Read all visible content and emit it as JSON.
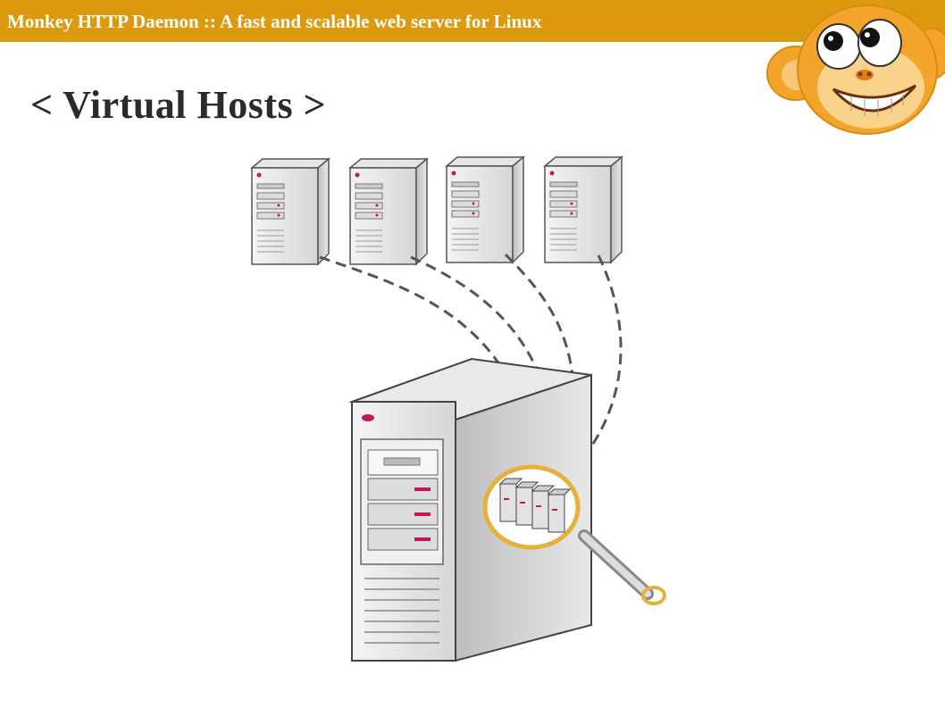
{
  "header": {
    "banner_text": "Monkey HTTP Daemon :: A fast and scalable web server for Linux",
    "banner_color": "#dc9a0e"
  },
  "slide": {
    "title": "< Virtual Hosts >"
  },
  "logo": {
    "icon": "monkey-face-icon",
    "color": "#f2a52a"
  },
  "illustration": {
    "icon": "virtual-hosts-diagram",
    "small_server_count": 4,
    "accent_color": "#e4b23a"
  }
}
